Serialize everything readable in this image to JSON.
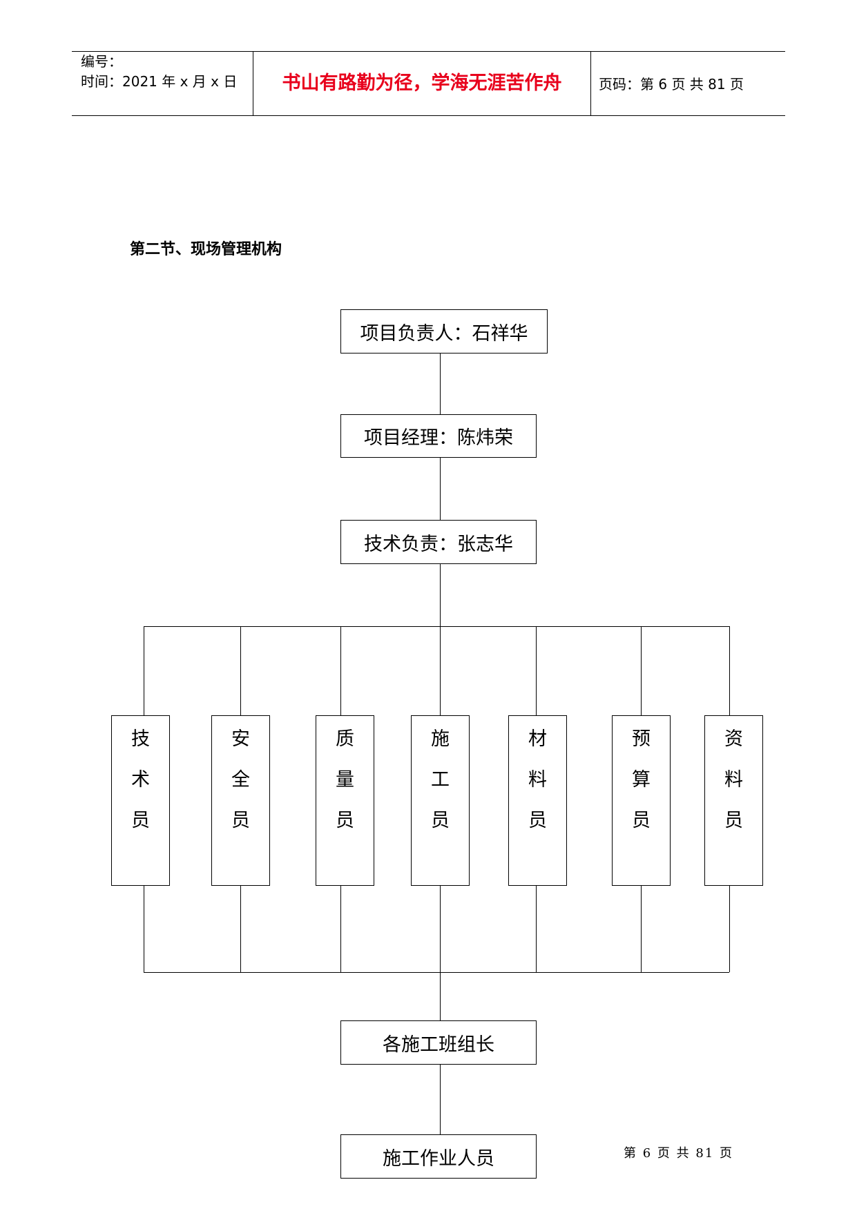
{
  "header": {
    "serial_label": "编号：",
    "time_label": "时间：2021 年 x 月 x 日",
    "motto": "书山有路勤为径，学海无涯苦作舟",
    "page_info": "页码：第 6 页  共 81 页"
  },
  "section_title": "第二节、现场管理机构",
  "org": {
    "project_head": "项目负责人：石祥华",
    "project_manager": "项目经理：陈炜荣",
    "tech_head": "技术负责：张志华",
    "roles": [
      {
        "chars": [
          "技",
          "术",
          "员"
        ]
      },
      {
        "chars": [
          "安",
          "全",
          "员"
        ]
      },
      {
        "chars": [
          "质",
          "量",
          "员"
        ]
      },
      {
        "chars": [
          "施",
          "工",
          "员"
        ]
      },
      {
        "chars": [
          "材",
          "料",
          "员"
        ]
      },
      {
        "chars": [
          "预",
          "算",
          "员"
        ]
      },
      {
        "chars": [
          "资",
          "料",
          "员"
        ]
      }
    ],
    "team_leaders": "各施工班组长",
    "workers": "施工作业人员"
  },
  "footer": {
    "page_text": "第 6 页 共 81 页"
  }
}
